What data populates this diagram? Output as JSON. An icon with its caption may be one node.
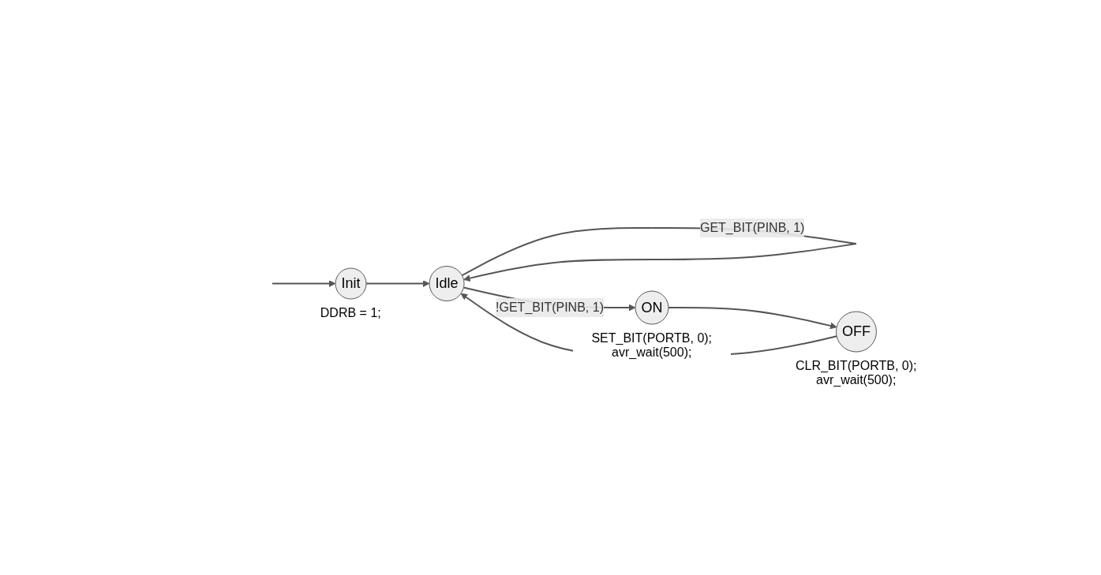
{
  "diagram": {
    "nodes": [
      {
        "text": [
          "Init"
        ],
        "beside": [
          "DDRB = 1;"
        ]
      },
      {
        "text": [
          "Idle"
        ]
      },
      {
        "text": [
          "ON"
        ],
        "beside": [
          "SET_BIT(PORTB, 0); avr_wait(500);"
        ]
      },
      {
        "text": [
          "OFF"
        ],
        "beside": [
          "CLR_BIT(PORTB, 0); avr_wait(500);"
        ]
      }
    ],
    "edges": [
      {
        "from": null,
        "to": 0,
        "arrow": "to"
      },
      {
        "from": 0,
        "to": 1,
        "arrow": "to"
      },
      {
        "from": 1,
        "to": 1,
        "arrow": "to",
        "label": "GET_BIT(PINB, 1)"
      },
      {
        "from": 1,
        "to": 2,
        "arrow": "to",
        "label": "!GET_BIT(PINB, 1)"
      },
      {
        "from": 2,
        "to": 3,
        "arrow": "to"
      },
      {
        "from": 3,
        "to": 1,
        "arrow": "to"
      }
    ]
  }
}
